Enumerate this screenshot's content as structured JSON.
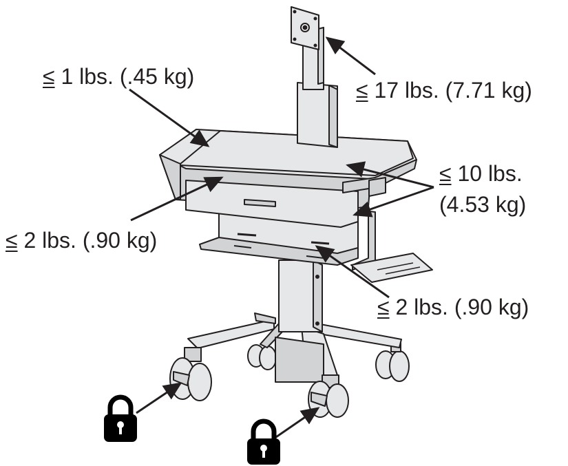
{
  "labels": {
    "monitor": {
      "symbol": "≤",
      "text": "17 lbs. (7.71 kg)"
    },
    "side_bin": {
      "symbol": "≤",
      "text": "1 lbs. (.45 kg)"
    },
    "work_surface": {
      "symbol": "≤",
      "text": "10 lbs.",
      "text2": "(4.53 kg)"
    },
    "keyboard": {
      "symbol": "≤",
      "text": "2 lbs. (.90 kg)"
    },
    "lower_shelf": {
      "symbol": "≤",
      "text": "2 lbs. (.90 kg)"
    }
  },
  "icons": [
    "lock-icon",
    "lock-icon"
  ],
  "colors": {
    "line": "#231f20",
    "fill": "#e6e7e8",
    "fill_dark": "#d1d3d4",
    "text": "#231f20"
  }
}
